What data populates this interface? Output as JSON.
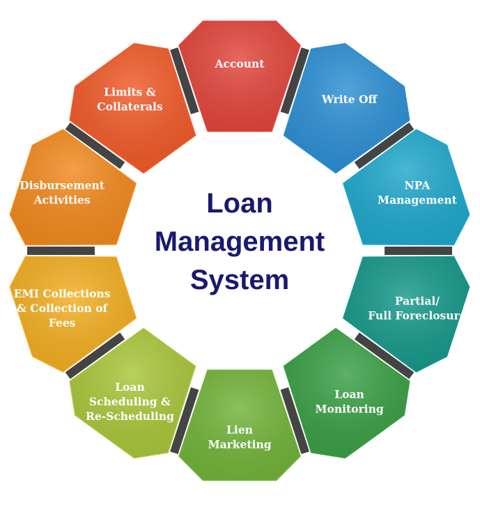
{
  "diagram": {
    "title_lines": [
      "Loan",
      "Management",
      "System"
    ],
    "segments": [
      {
        "name": "account",
        "lines": [
          "Account"
        ],
        "color": "#E2463C"
      },
      {
        "name": "write-off",
        "lines": [
          "Write Off"
        ],
        "color": "#2C8FD3"
      },
      {
        "name": "npa-management",
        "lines": [
          "NPA",
          "Management"
        ],
        "color": "#20A8CC"
      },
      {
        "name": "partial-full-foreclosure",
        "lines": [
          "Partial/",
          "Full Foreclosure"
        ],
        "color": "#16988A"
      },
      {
        "name": "loan-monitoring",
        "lines": [
          "Loan",
          "Monitoring"
        ],
        "color": "#3A9F45"
      },
      {
        "name": "lien-marketing",
        "lines": [
          "Lien",
          "Marketing"
        ],
        "color": "#72B43A"
      },
      {
        "name": "loan-scheduling",
        "lines": [
          "Loan",
          "Scheduling &",
          "Re-Scheduling"
        ],
        "color": "#A9C63A"
      },
      {
        "name": "emi-collections",
        "lines": [
          "EMI Collections",
          "& Collection of",
          "Fees"
        ],
        "color": "#F2AE22"
      },
      {
        "name": "disbursement-activities",
        "lines": [
          "Disbursement",
          "Activities"
        ],
        "color": "#F28A1E"
      },
      {
        "name": "limits-collaterals",
        "lines": [
          "Limits &",
          "Collaterals"
        ],
        "color": "#F05A28"
      }
    ],
    "connector_color": "#444444"
  }
}
